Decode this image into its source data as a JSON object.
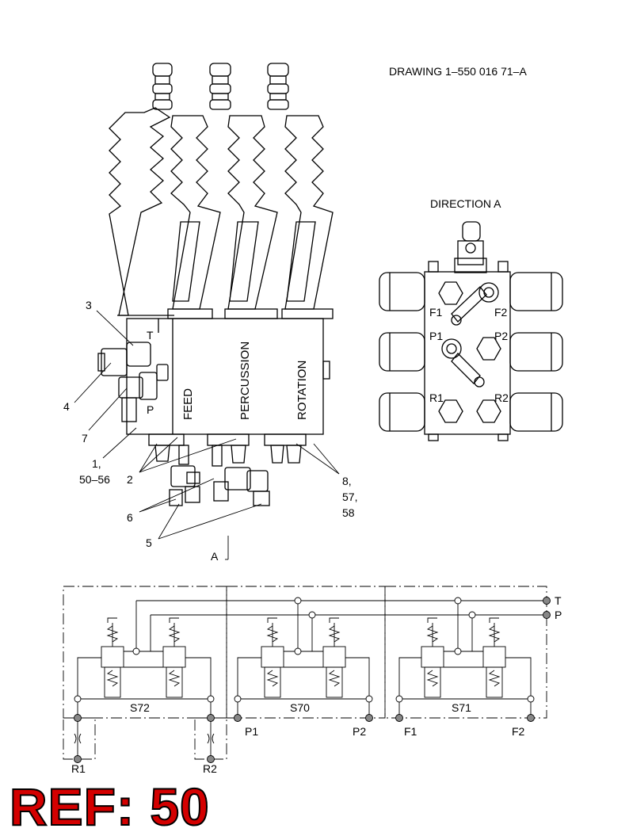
{
  "drawing_number": "DRAWING 1–550 016 71–A",
  "view_label": "DIRECTION A",
  "valve_sections": [
    "FEED",
    "PERCUSSION",
    "ROTATION"
  ],
  "block_ports": {
    "tank": "T",
    "pressure": "P"
  },
  "callouts": {
    "c3": "3",
    "c4": "4",
    "c7": "7",
    "c1a": "1,",
    "c1b": "50–56",
    "c2": "2",
    "c6": "6",
    "c5": "5",
    "c8a": "8,",
    "c8b": "57,",
    "c8c": "58",
    "arrow_a": "A"
  },
  "direction_ports": [
    "F1",
    "F2",
    "P1",
    "P2",
    "R1",
    "R2"
  ],
  "schematic": {
    "line_T": "T",
    "line_P": "P",
    "valve_ids": [
      "S72",
      "S70",
      "S71"
    ],
    "bottom_ports": [
      "R1",
      "R2",
      "P1",
      "P2",
      "F1",
      "F2"
    ]
  },
  "ref_label": "REF: 50"
}
